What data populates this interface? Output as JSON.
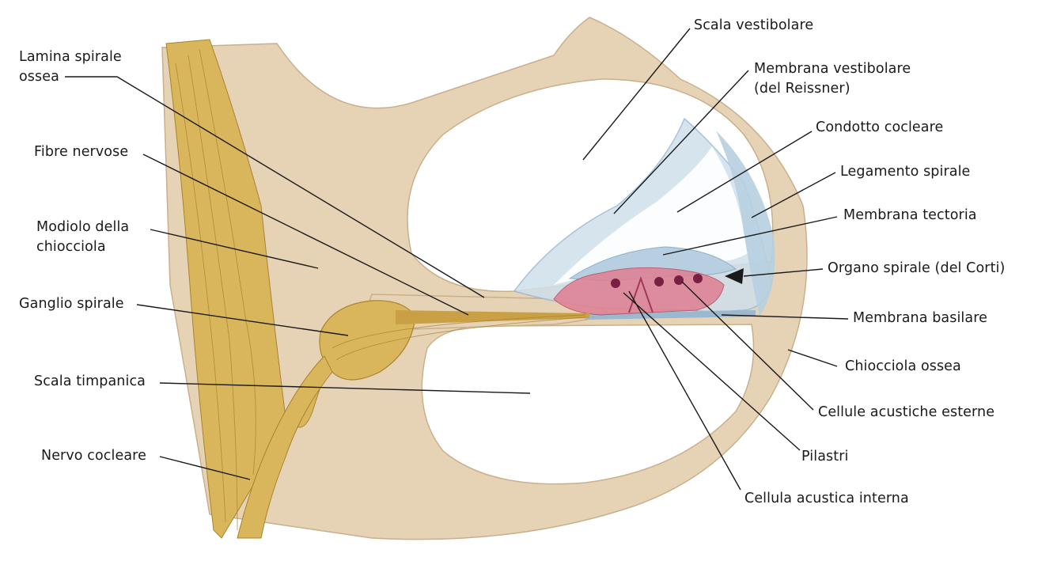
{
  "labels": {
    "lamina_spirale_ossea": [
      "Lamina spirale",
      "ossea"
    ],
    "fibre_nervose": "Fibre nervose",
    "modiolo": [
      "Modiolo della",
      "chiocciola"
    ],
    "ganglio_spirale": "Ganglio spirale",
    "scala_timpanica": "Scala timpanica",
    "nervo_cocleare": "Nervo cocleare",
    "scala_vestibolare": "Scala vestibolare",
    "membrana_vestibolare": [
      "Membrana vestibolare",
      "(del Reissner)"
    ],
    "condotto_cocleare": "Condotto cocleare",
    "legamento_spirale": "Legamento spirale",
    "membrana_tectoria": "Membrana tectoria",
    "organo_spirale": "Organo spirale (del Corti)",
    "membrana_basilare": "Membrana basilare",
    "chiocciola_ossea": "Chiocciola ossea",
    "cellule_acustiche_esterne": "Cellule acustiche esterne",
    "pilastri": "Pilastri",
    "cellula_acustica_interna": "Cellula acustica interna"
  },
  "colors": {
    "bone": "#e6d2b4",
    "bone_edge": "#c9b08c",
    "nerve": "#d9b65c",
    "nerve_dark": "#a9832f",
    "membrane": "#b7cfe0",
    "organ": "#d9637a",
    "leader": "#1a1a1a"
  }
}
